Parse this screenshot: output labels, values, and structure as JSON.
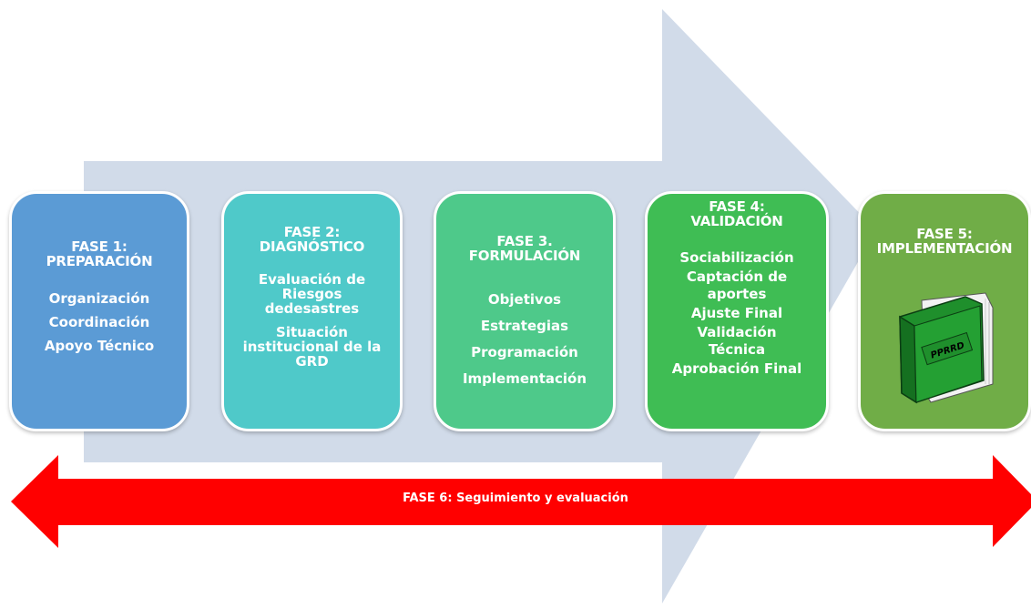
{
  "colors": {
    "arrow_bg": "#d1dbe9",
    "red_arrow": "#ff0000",
    "phase1": "#5b9bd5",
    "phase2": "#4fc9c9",
    "phase3": "#4ec98a",
    "phase4": "#3fbd54",
    "phase5": "#70ad47",
    "book_cover": "#1f8f2c"
  },
  "phases": [
    {
      "title": [
        "FASE 1:",
        "PREPARACIÓN"
      ],
      "items": [
        "Organización",
        "Coordinación",
        "Apoyo Técnico"
      ]
    },
    {
      "title": [
        "FASE 2:",
        "DIAGNÓSTICO"
      ],
      "items": [
        "Evaluación de",
        "Riesgos",
        "dedesastres",
        "Situación",
        "institucional de la",
        "GRD"
      ]
    },
    {
      "title": [
        "FASE 3.",
        "FORMULACIÓN"
      ],
      "items": [
        "Objetivos",
        "Estrategias",
        "Programación",
        "Implementación"
      ]
    },
    {
      "title": [
        "FASE 4:",
        "VALIDACIÓN"
      ],
      "items": [
        "Sociabilización",
        "Captación de",
        "aportes",
        "Ajuste Final",
        "Validación",
        "Técnica",
        "Aprobación Final"
      ]
    },
    {
      "title": [
        "FASE 5:",
        "IMPLEMENTACIÓN"
      ],
      "book_label": "PPRRD"
    }
  ],
  "bottom_arrow": {
    "label": "FASE 6: Seguimiento y evaluación"
  }
}
